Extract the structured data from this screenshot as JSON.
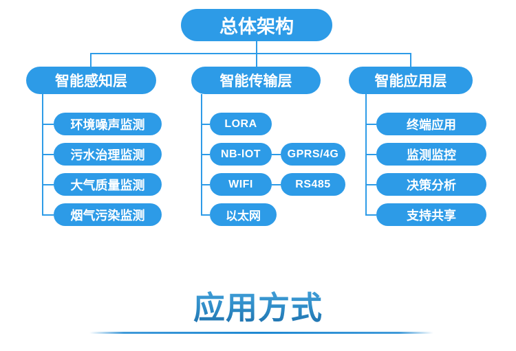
{
  "diagram": {
    "root_label": "总体架构",
    "columns": [
      {
        "header": "智能感知层",
        "items": [
          "环境噪声监测",
          "污水治理监测",
          "大气质量监测",
          "烟气污染监测"
        ]
      },
      {
        "header": "智能传输层",
        "items": [
          "LORA",
          "NB-lOT",
          "WIFI",
          "以太网"
        ],
        "side_items": [
          "GPRS/4G",
          "RS485"
        ]
      },
      {
        "header": "智能应用层",
        "items": [
          "终端应用",
          "监测监控",
          "决策分析",
          "支持共享"
        ]
      }
    ]
  },
  "section_title": {
    "label": "应用方式"
  },
  "colors": {
    "node_blue": "#2D9BE7",
    "connector_blue": "#2D9BE7",
    "node_text": "#FFFFFF",
    "heading_gradient_top": "#47A5DE",
    "heading_gradient_bottom": "#1B6CA8",
    "underline_blue": "#1E88D2",
    "background": "#FFFFFF"
  }
}
